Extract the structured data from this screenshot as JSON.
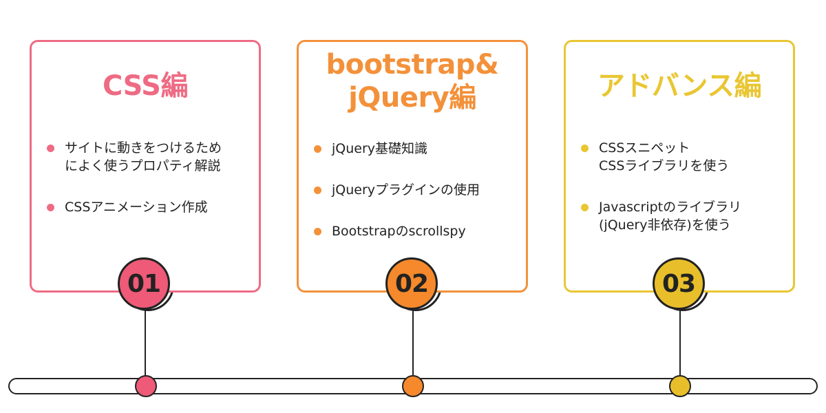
{
  "colors": {
    "pink": "#ee6b84",
    "orange": "#f3913a",
    "yellow": "#e9c632",
    "line": "#222222"
  },
  "steps": [
    {
      "number": "01",
      "title_lines": [
        "CSS編"
      ],
      "bullets": [
        {
          "lines": [
            "サイトに動きをつけるため",
            "によく使うプロパティ解説"
          ]
        },
        {
          "lines": [
            "CSSアニメーション作成"
          ]
        }
      ]
    },
    {
      "number": "02",
      "title_lines": [
        "bootstrap&",
        "jQuery編"
      ],
      "bullets": [
        {
          "lines": [
            "jQuery基礎知識"
          ]
        },
        {
          "lines": [
            "jQueryプラグインの使用"
          ]
        },
        {
          "lines": [
            "Bootstrapのscrollspy"
          ]
        }
      ]
    },
    {
      "number": "03",
      "title_lines": [
        "アドバンス編"
      ],
      "bullets": [
        {
          "lines": [
            "CSSスニペット",
            "CSSライブラリを使う"
          ]
        },
        {
          "lines": [
            "Javascriptのライブラリ",
            "(jQuery非依存)を使う"
          ]
        }
      ]
    }
  ]
}
